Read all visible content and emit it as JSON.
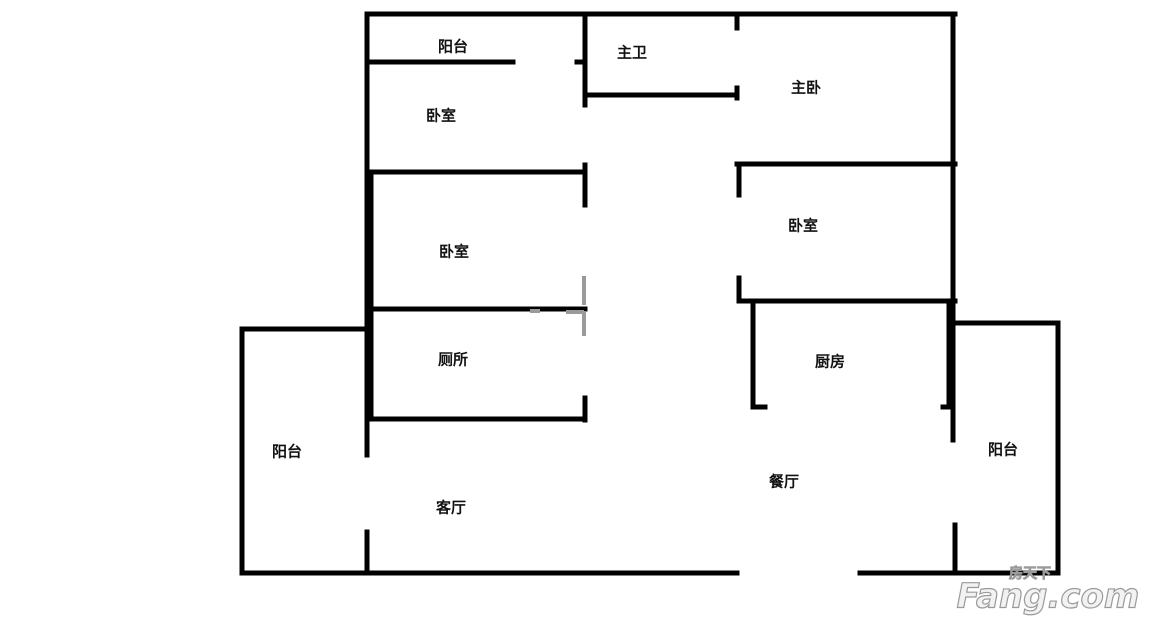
{
  "rooms": {
    "balcony_top": "阳台",
    "master_bath": "主卫",
    "master_bedroom": "主卧",
    "bedroom_1": "卧室",
    "bedroom_2": "卧室",
    "bedroom_3": "卧室",
    "toilet": "厕所",
    "kitchen": "厨房",
    "balcony_left": "阳台",
    "living_room": "客厅",
    "dining_room": "餐厅",
    "balcony_right": "阳台"
  },
  "watermark": {
    "brand": "房天下",
    "site": "Fang.com"
  },
  "colors": {
    "wall": "#000000",
    "background": "#ffffff"
  }
}
